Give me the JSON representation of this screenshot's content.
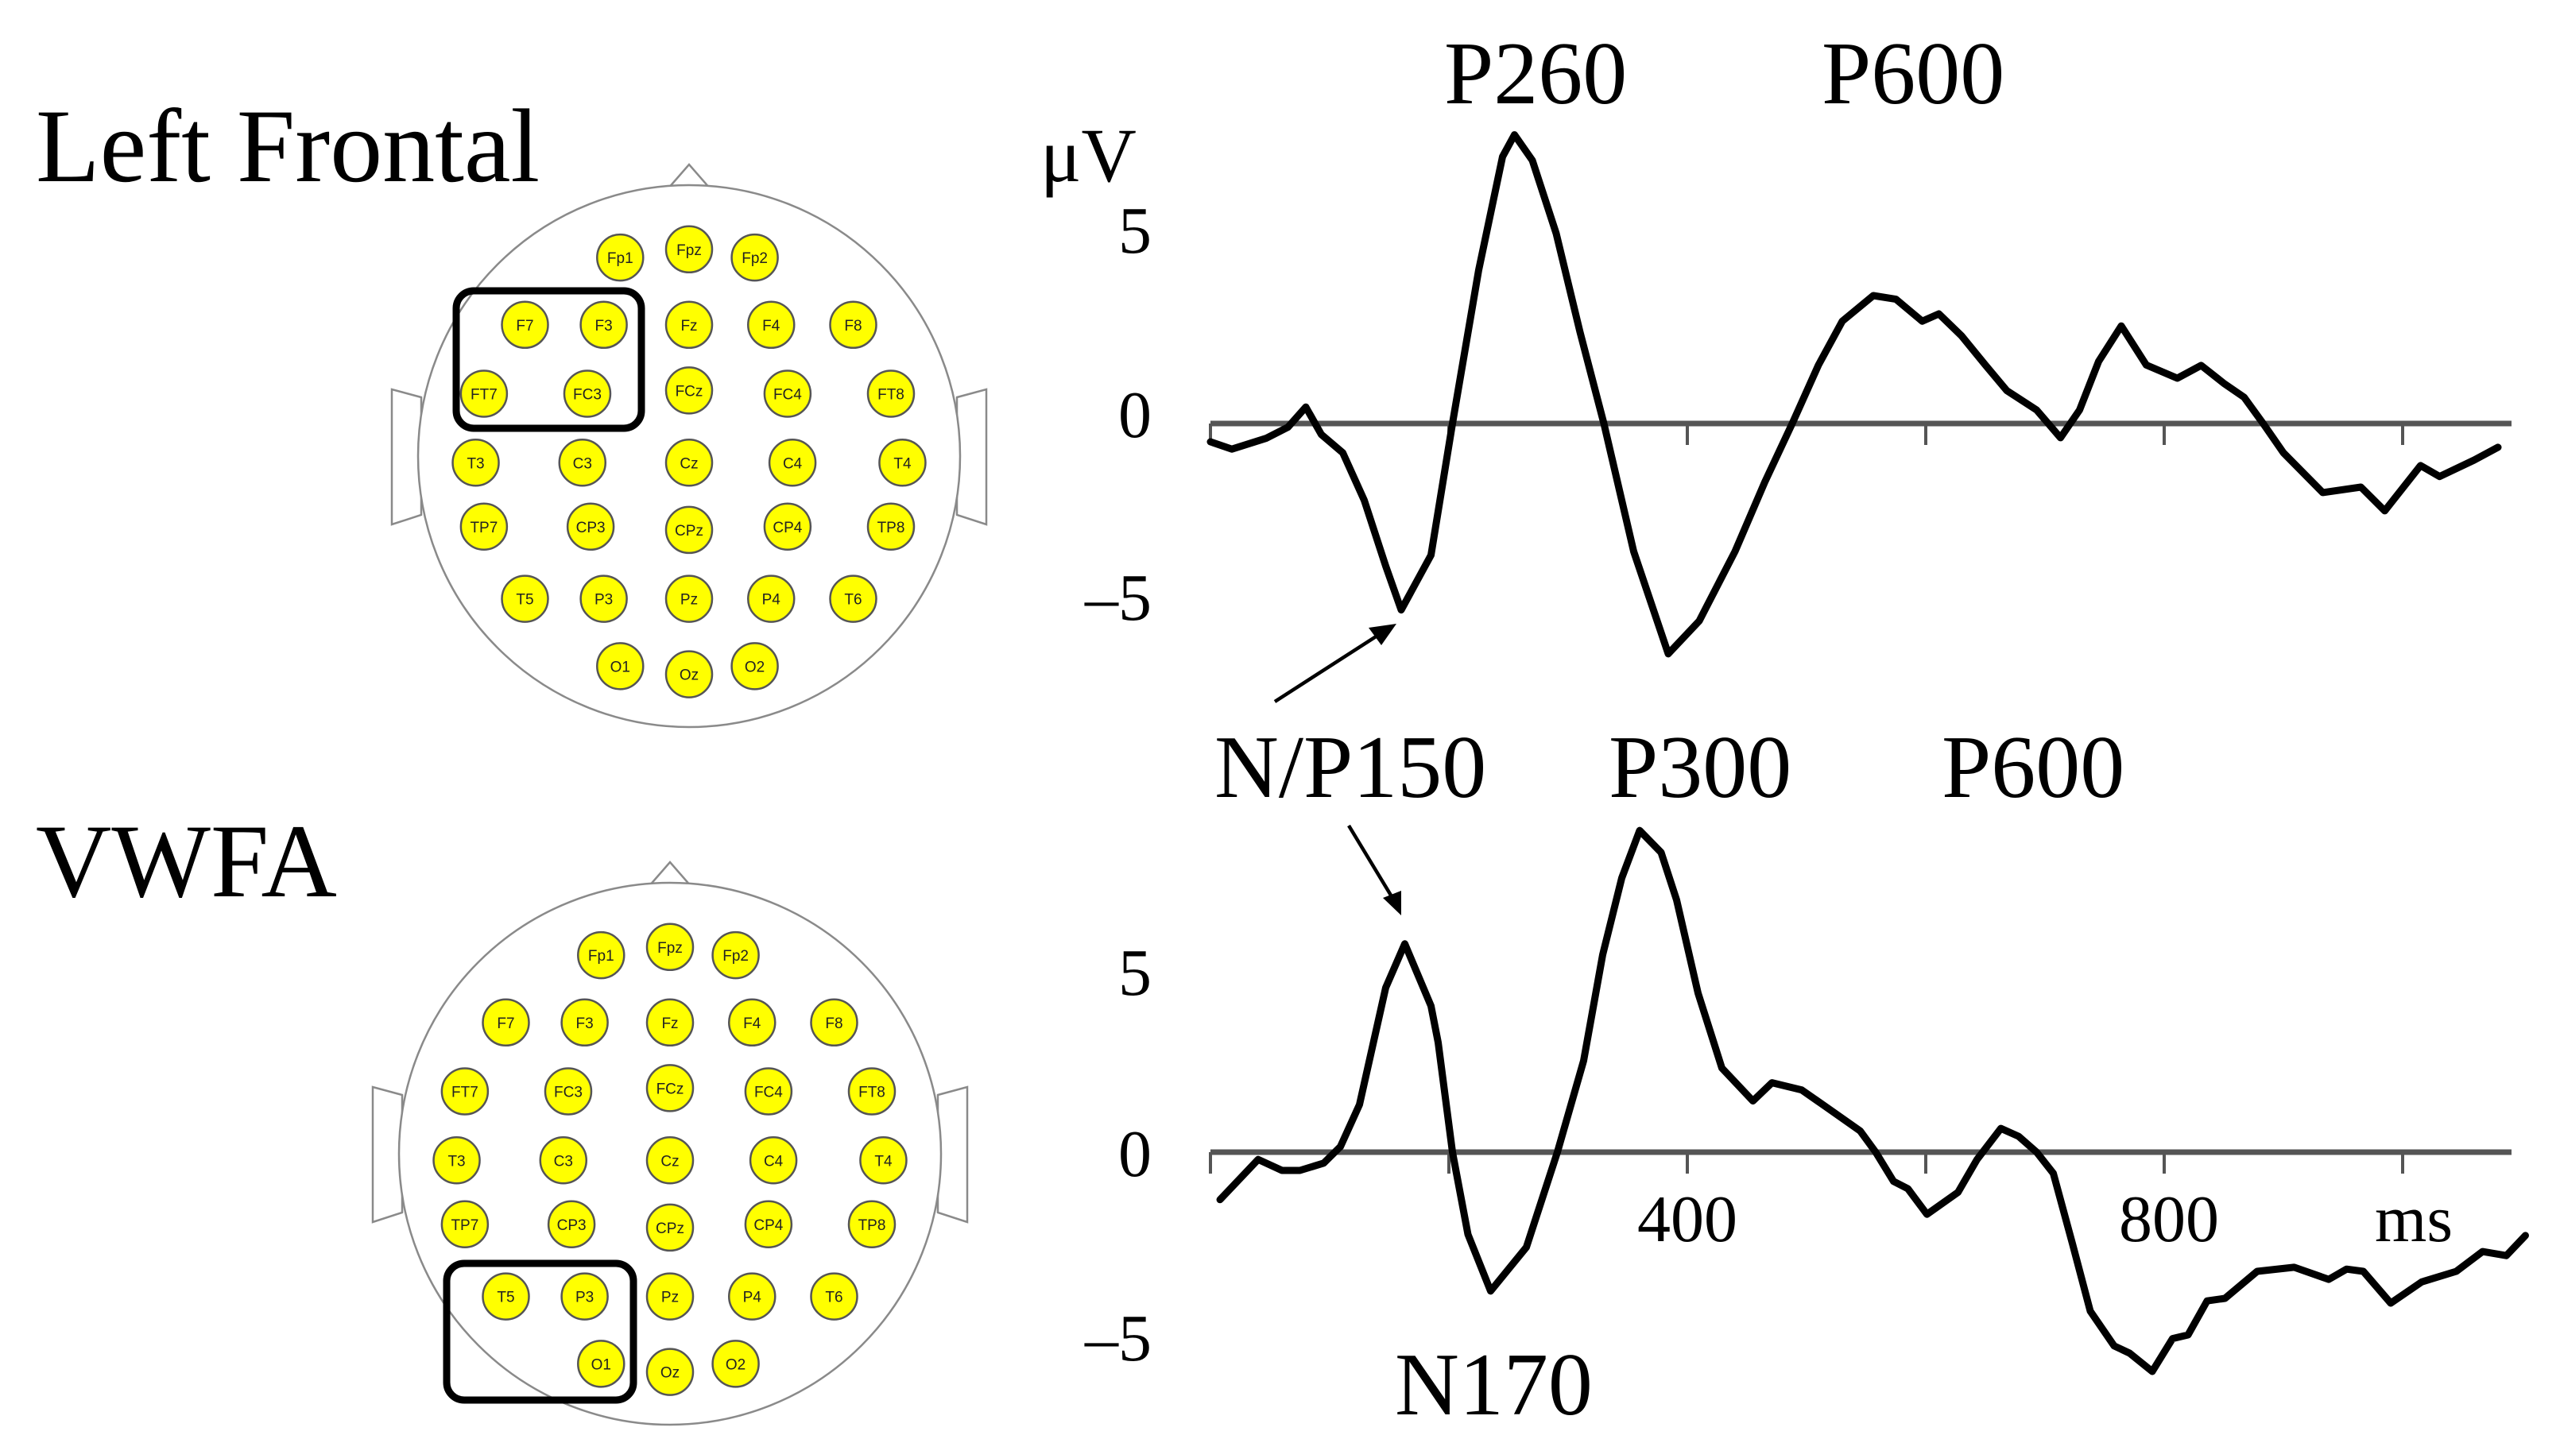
{
  "panels": [
    {
      "title": "Left Frontal",
      "highlighted_electrodes": [
        "F7",
        "F3",
        "FT7",
        "FC3"
      ]
    },
    {
      "title": "VWFA",
      "highlighted_electrodes": [
        "T5",
        "P3",
        "O1"
      ]
    }
  ],
  "electrodes": [
    {
      "label": "Fp1",
      "dx": -42,
      "dy": -121
    },
    {
      "label": "Fpz",
      "dx": 0,
      "dy": -126
    },
    {
      "label": "Fp2",
      "dx": 40,
      "dy": -121
    },
    {
      "label": "F7",
      "dx": -100,
      "dy": -80
    },
    {
      "label": "F3",
      "dx": -52,
      "dy": -80
    },
    {
      "label": "Fz",
      "dx": 0,
      "dy": -80
    },
    {
      "label": "F4",
      "dx": 50,
      "dy": -80
    },
    {
      "label": "F8",
      "dx": 100,
      "dy": -80
    },
    {
      "label": "FT7",
      "dx": -125,
      "dy": -38
    },
    {
      "label": "FC3",
      "dx": -62,
      "dy": -38
    },
    {
      "label": "FCz",
      "dx": 0,
      "dy": -40
    },
    {
      "label": "FC4",
      "dx": 60,
      "dy": -38
    },
    {
      "label": "FT8",
      "dx": 123,
      "dy": -38
    },
    {
      "label": "T3",
      "dx": -130,
      "dy": 4
    },
    {
      "label": "C3",
      "dx": -65,
      "dy": 4
    },
    {
      "label": "Cz",
      "dx": 0,
      "dy": 4
    },
    {
      "label": "C4",
      "dx": 63,
      "dy": 4
    },
    {
      "label": "T4",
      "dx": 130,
      "dy": 4
    },
    {
      "label": "TP7",
      "dx": -125,
      "dy": 43
    },
    {
      "label": "CP3",
      "dx": -60,
      "dy": 43
    },
    {
      "label": "CPz",
      "dx": 0,
      "dy": 45
    },
    {
      "label": "CP4",
      "dx": 60,
      "dy": 43
    },
    {
      "label": "TP8",
      "dx": 123,
      "dy": 43
    },
    {
      "label": "T5",
      "dx": -100,
      "dy": 87
    },
    {
      "label": "P3",
      "dx": -52,
      "dy": 87
    },
    {
      "label": "Pz",
      "dx": 0,
      "dy": 87
    },
    {
      "label": "P4",
      "dx": 50,
      "dy": 87
    },
    {
      "label": "T6",
      "dx": 100,
      "dy": 87
    },
    {
      "label": "O1",
      "dx": -42,
      "dy": 128
    },
    {
      "label": "Oz",
      "dx": 0,
      "dy": 133
    },
    {
      "label": "O2",
      "dx": 40,
      "dy": 128
    }
  ],
  "chart_data": [
    {
      "type": "line",
      "title": "Left Frontal ERP",
      "xlabel": "ms",
      "ylabel": "μV",
      "xlim": [
        0,
        1090
      ],
      "ylim": [
        -7,
        9
      ],
      "yticks": [
        5,
        0,
        -5
      ],
      "ytick_labels": [
        "5",
        "0",
        "–5"
      ],
      "xticks": [
        0,
        200,
        400,
        600,
        800,
        1000
      ],
      "xtick_labels": [],
      "grid": false,
      "annotations": [
        {
          "text": "P260",
          "x": 255,
          "y": 7.9
        },
        {
          "text": "P600",
          "x": 560,
          "y": 3.5
        },
        {
          "text": "N/P150",
          "x": 158,
          "y": -5.1,
          "arrow": true
        }
      ],
      "series": [
        {
          "name": "Left Frontal",
          "x": [
            0,
            18,
            47,
            65,
            80,
            93,
            111,
            129,
            147,
            160,
            185,
            203,
            225,
            245,
            255,
            270,
            290,
            310,
            330,
            355,
            384,
            410,
            440,
            465,
            488,
            510,
            530,
            556,
            575,
            597,
            611,
            630,
            650,
            668,
            693,
            713,
            729,
            745,
            764,
            785,
            811,
            831,
            850,
            867,
            883,
            900,
            933,
            965,
            985,
            1015,
            1031,
            1060,
            1080
          ],
          "y": [
            -0.5,
            -0.7,
            -0.4,
            -0.1,
            0.45,
            -0.3,
            -0.8,
            -2.1,
            -3.9,
            -5.1,
            -3.6,
            0,
            4.2,
            7.3,
            7.9,
            7.2,
            5.2,
            2.5,
            0,
            -3.5,
            -6.3,
            -5.4,
            -3.5,
            -1.6,
            0,
            1.6,
            2.8,
            3.5,
            3.4,
            2.8,
            3.0,
            2.4,
            1.6,
            0.9,
            0.37,
            -0.39,
            0.37,
            1.7,
            2.67,
            1.6,
            1.24,
            1.59,
            1.1,
            0.72,
            0,
            -0.8,
            -1.89,
            -1.74,
            -2.39,
            -1.15,
            -1.45,
            -1.0,
            -0.65
          ]
        }
      ]
    },
    {
      "type": "line",
      "title": "VWFA ERP",
      "xlabel": "ms",
      "ylabel": "μV",
      "xlim": [
        0,
        1090
      ],
      "ylim": [
        -7,
        9
      ],
      "yticks": [
        5,
        0,
        -5
      ],
      "ytick_labels": [
        "5",
        "0",
        "–5"
      ],
      "xticks": [
        0,
        200,
        400,
        600,
        800,
        1000
      ],
      "xtick_labels": [
        "400",
        "800",
        "ms"
      ],
      "grid": false,
      "annotations": [
        {
          "text": "N/P150",
          "x": 163,
          "y": 5.7,
          "arrow": true
        },
        {
          "text": "P300",
          "x": 360,
          "y": 8.8
        },
        {
          "text": "P600",
          "x": 663,
          "y": 0.65
        },
        {
          "text": "N170",
          "x": 235,
          "y": -3.8
        }
      ],
      "series": [
        {
          "name": "VWFA",
          "x": [
            8,
            40,
            60,
            75,
            95,
            109,
            125,
            147,
            163,
            185,
            191,
            203,
            216,
            235,
            265,
            291,
            313,
            329,
            345,
            360,
            378,
            391,
            409,
            429,
            455,
            471,
            496,
            518,
            545,
            558,
            573,
            585,
            601,
            627,
            643,
            663,
            678,
            693,
            707,
            723,
            738,
            758,
            771,
            790,
            807,
            820,
            836,
            851,
            878,
            909,
            938,
            953,
            967,
            990,
            1016,
            1045,
            1067,
            1087,
            1103
          ],
          "y": [
            -1.3,
            -0.2,
            -0.5,
            -0.5,
            -0.3,
            0.15,
            1.3,
            4.5,
            5.7,
            4.0,
            3.0,
            0,
            -2.25,
            -3.8,
            -2.6,
            0,
            2.5,
            5.4,
            7.5,
            8.8,
            8.2,
            6.9,
            4.35,
            2.3,
            1.4,
            1.9,
            1.7,
            1.2,
            0.58,
            0,
            -0.8,
            -1.0,
            -1.7,
            -1.1,
            -0.2,
            0.65,
            0.43,
            0,
            -0.58,
            -2.5,
            -4.35,
            -5.3,
            -5.5,
            -6.0,
            -5.1,
            -5.0,
            -4.07,
            -4.0,
            -3.26,
            -3.15,
            -3.48,
            -3.2,
            -3.26,
            -4.13,
            -3.55,
            -3.26,
            -2.72,
            -2.83,
            -2.28
          ]
        }
      ]
    }
  ]
}
